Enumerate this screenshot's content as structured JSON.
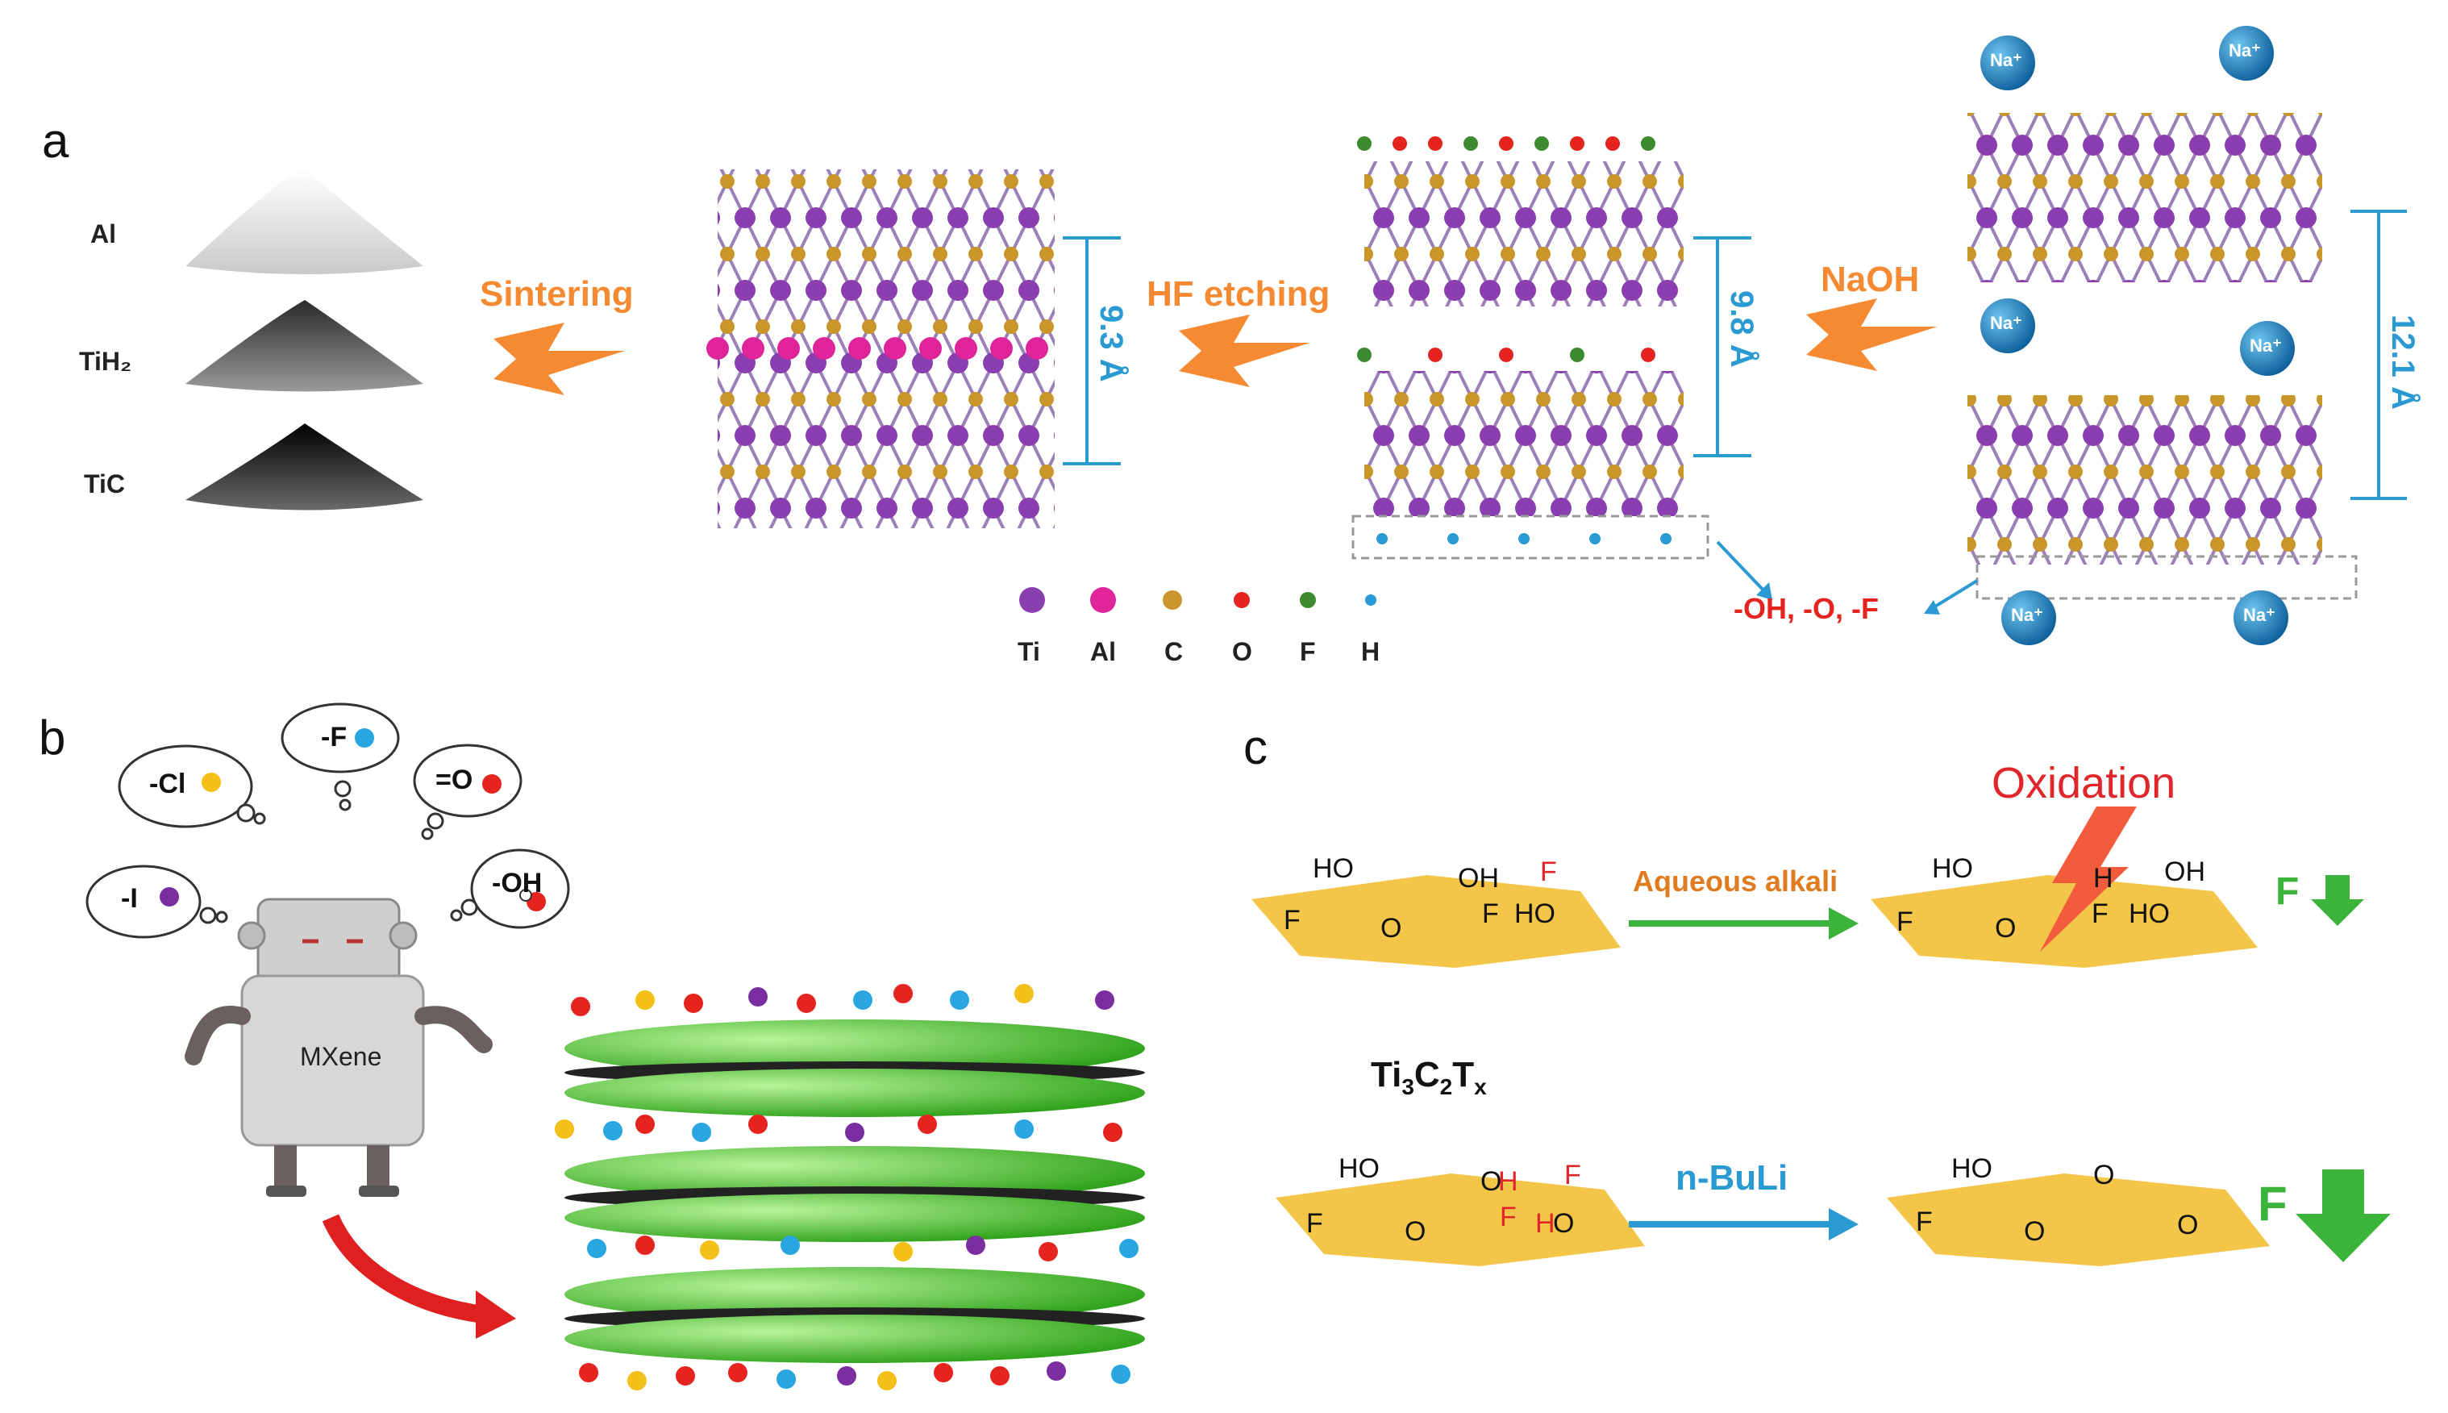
{
  "panels": {
    "a": "a",
    "b": "b",
    "c": "c"
  },
  "panel_a": {
    "precursors": [
      "Al",
      "TiH₂",
      "TiC"
    ],
    "steps": [
      "Sintering",
      "HF etching",
      "NaOH"
    ],
    "spacings": [
      "9.3 Å",
      "9.8 Å",
      "12.1 Å"
    ],
    "ion_label": "Na⁺",
    "terminations": "-OH, -O, -F",
    "legend": [
      "Ti",
      "Al",
      "C",
      "O",
      "F",
      "H"
    ],
    "colors": {
      "Ti": "#8a3fb0",
      "Al": "#e0259a",
      "C": "#c9962a",
      "O": "#e52420",
      "F": "#3e8a2e",
      "H": "#2b9ad2"
    }
  },
  "panel_b": {
    "robot_label": "MXene",
    "thoughts": [
      "-Cl",
      "-F",
      "=O",
      "-I",
      "-OH"
    ]
  },
  "panel_c": {
    "oxidation": "Oxidation",
    "reagent_top": "Aqueous alkali",
    "reagent_bottom": "n-BuLi",
    "formula": {
      "base": "Ti",
      "s1": "3",
      "c": "C",
      "s2": "2",
      "t": "T",
      "s3": "x"
    },
    "groups": {
      "HO": "HO",
      "OH": "OH",
      "F": "F",
      "O": "O",
      "H": "H"
    }
  }
}
